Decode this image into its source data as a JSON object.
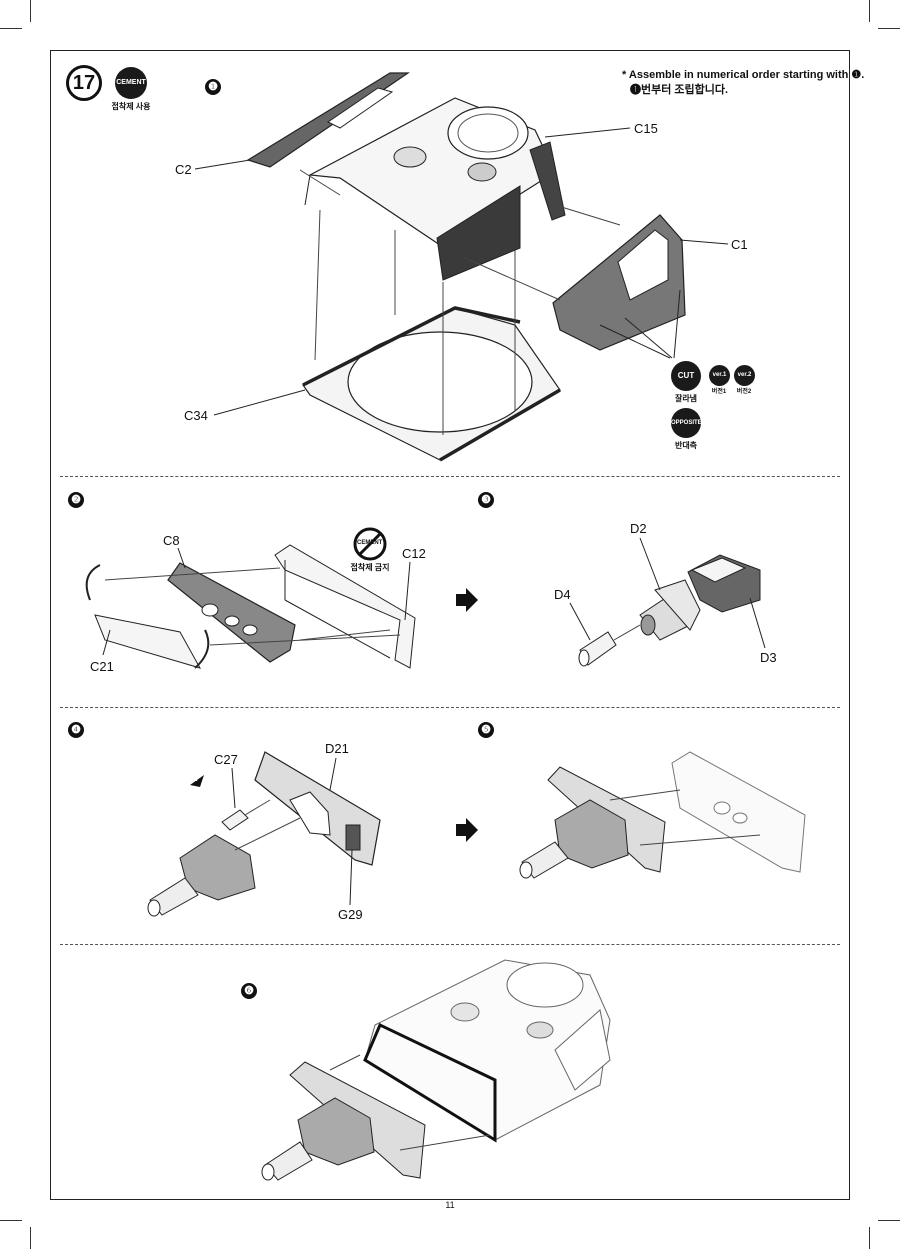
{
  "page": {
    "number": "11",
    "main_step": "17",
    "note_en": "* Assemble in numerical order starting with ❶.",
    "note_ko": "❶번부터 조립합니다."
  },
  "badges": {
    "cement": {
      "label": "CEMENT",
      "caption": "접착제 사용"
    },
    "cut": {
      "label": "CUT",
      "caption": "잘라냄"
    },
    "ver1": {
      "label": "ver.1",
      "caption": "버전1"
    },
    "ver2": {
      "label": "ver.2",
      "caption": "버전2"
    },
    "opposite": {
      "label": "OPPOSITE",
      "caption": "반대측"
    },
    "no_cement": {
      "label": "CEMENT",
      "caption": "접착제 금지"
    }
  },
  "substeps": [
    "❶",
    "❷",
    "❸",
    "❹",
    "❺",
    "❻"
  ],
  "parts": {
    "c2": "C2",
    "c15": "C15",
    "c1": "C1",
    "c34": "C34",
    "c8": "C8",
    "c12": "C12",
    "c21": "C21",
    "d2": "D2",
    "d4": "D4",
    "d3": "D3",
    "c27": "C27",
    "d21": "D21",
    "g29": "G29",
    "ref2": "2"
  },
  "colors": {
    "dark_panel": "#555555",
    "line": "#222222",
    "light_part": "#f4f4f4"
  }
}
